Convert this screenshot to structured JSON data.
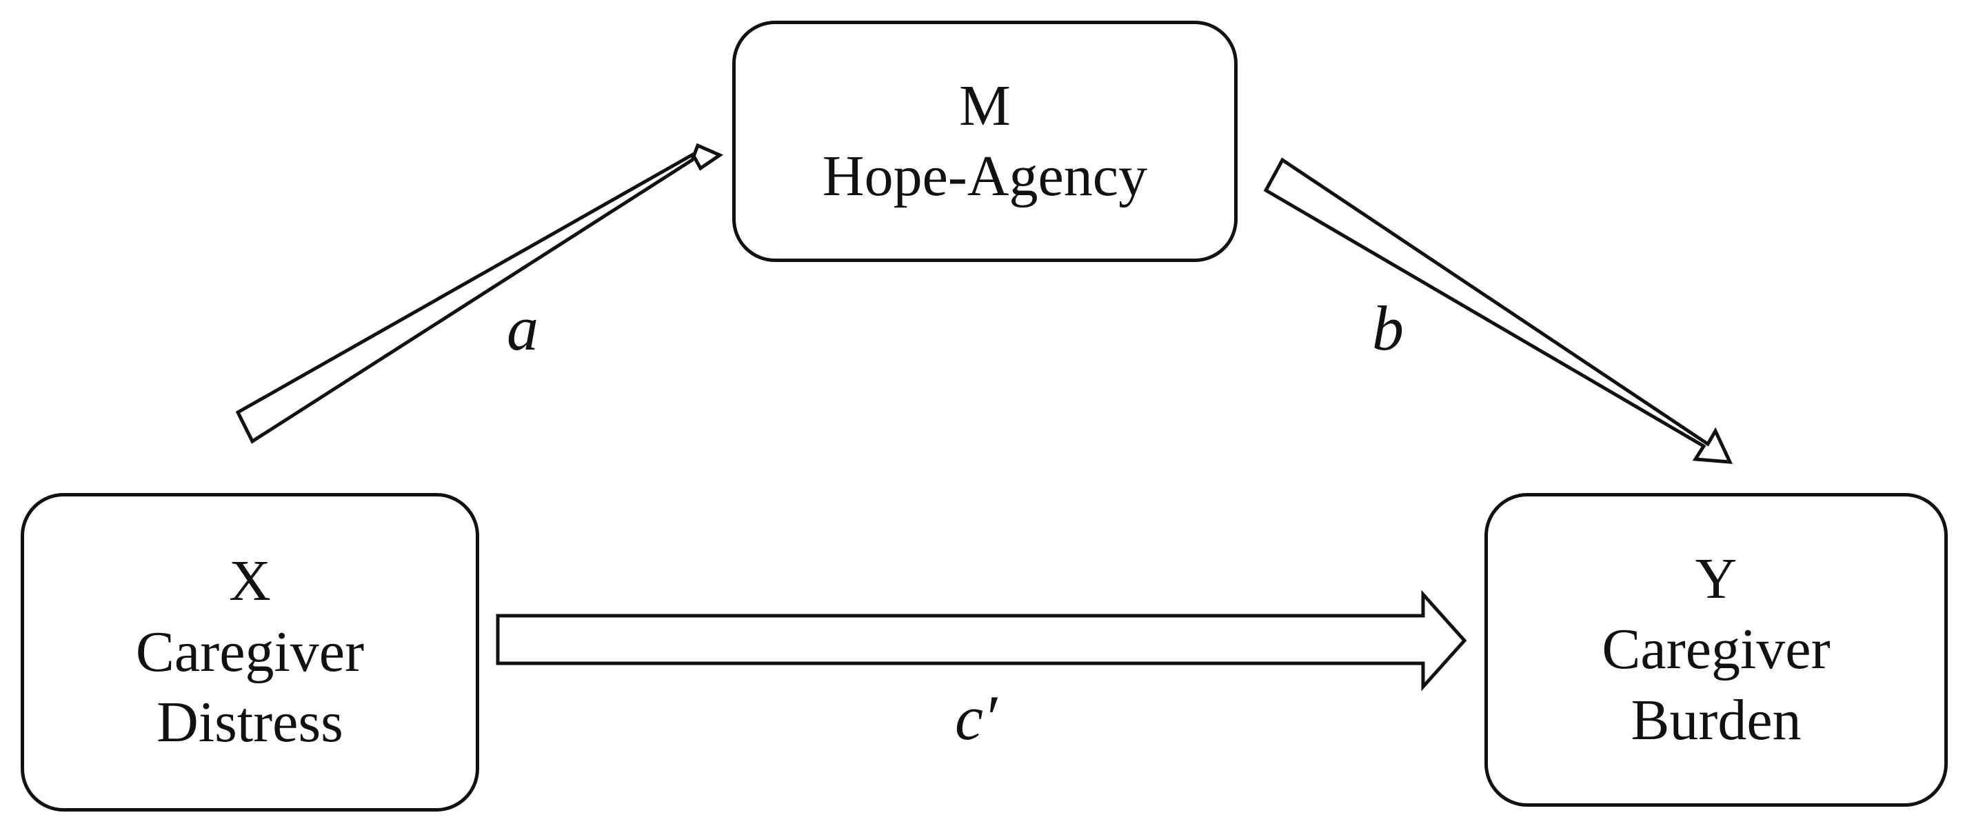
{
  "nodes": {
    "mediator": {
      "letter": "M",
      "lines": [
        "Hope-Agency"
      ]
    },
    "predictor": {
      "letter": "X",
      "lines": [
        "Caregiver",
        "Distress"
      ]
    },
    "outcome": {
      "letter": "Y",
      "lines": [
        "Caregiver",
        "Burden"
      ]
    }
  },
  "paths": {
    "a": "a",
    "b": "b",
    "c_prime": "c′"
  },
  "colors": {
    "stroke": "#111111",
    "fill": "#ffffff"
  }
}
